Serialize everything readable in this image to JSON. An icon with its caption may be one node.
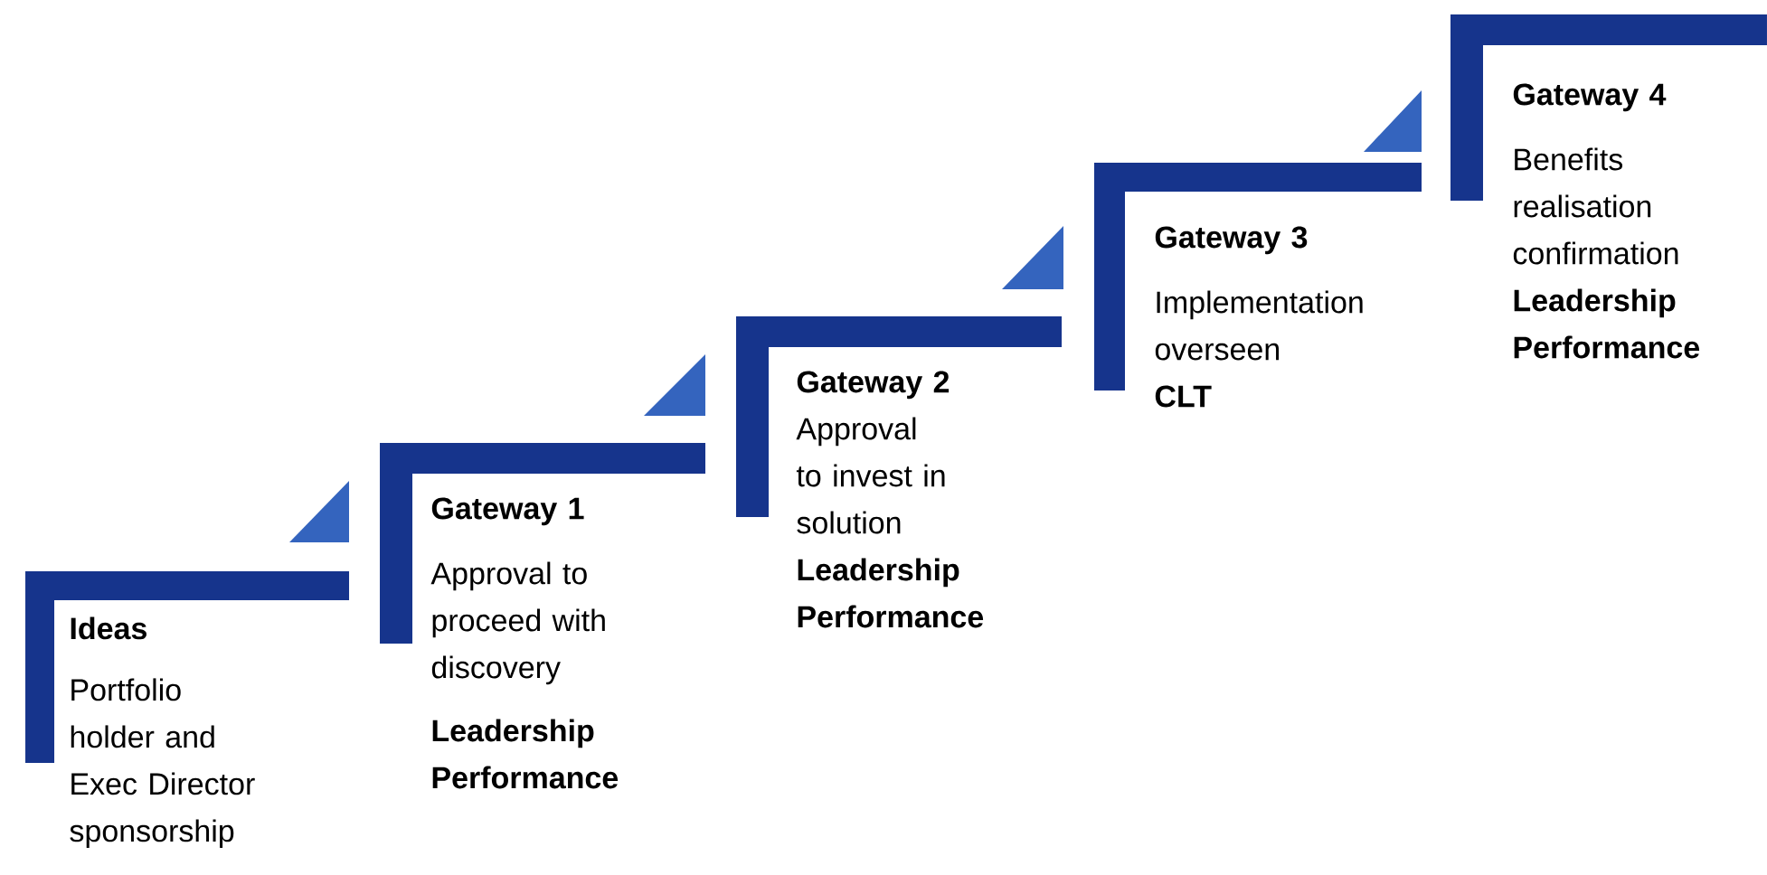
{
  "diagram": {
    "nodes": [
      {
        "text": [
          "Ideas",
          "Portfolio holder and Exec Director sponsorship"
        ]
      },
      {
        "text": [
          "Gateway 1",
          "Approval to proceed with discovery",
          "Leadership Performance"
        ]
      },
      {
        "text": [
          "Gateway 2",
          "Approval to invest in solution",
          "Leadership Performance"
        ]
      },
      {
        "text": [
          "Gateway 3",
          "Implementation overseen",
          "CLT"
        ]
      },
      {
        "text": [
          "Gateway 4",
          "Benefits realisation confirmation",
          "Leadership Performance"
        ]
      }
    ]
  }
}
